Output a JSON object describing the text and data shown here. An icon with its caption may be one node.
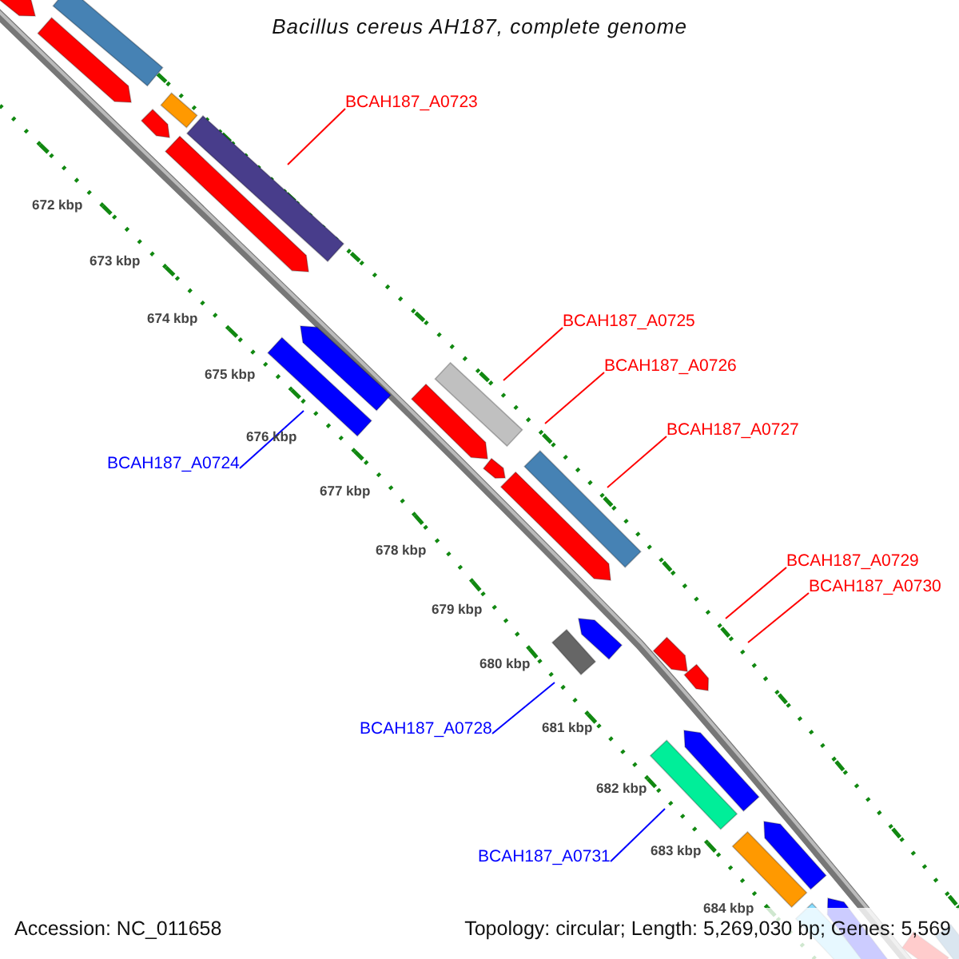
{
  "diagram": {
    "title": "Bacillus cereus AH187, complete genome",
    "nodes": [
      {
        "text": [
          "BCAH187_A0723"
        ]
      },
      {
        "text": [
          "BCAH187_A0725"
        ]
      },
      {
        "text": [
          "BCAH187_A0726"
        ]
      },
      {
        "text": [
          "BCAH187_A0727"
        ]
      },
      {
        "text": [
          "BCAH187_A0724"
        ]
      },
      {
        "text": [
          "BCAH187_A0729"
        ]
      },
      {
        "text": [
          "BCAH187_A0730"
        ]
      },
      {
        "text": [
          "BCAH187_A0728"
        ]
      },
      {
        "text": [
          "BCAH187_A0731"
        ]
      }
    ],
    "edges": [
      {
        "from": 0,
        "to": null,
        "arrow": "none"
      },
      {
        "from": 1,
        "to": null,
        "arrow": "none"
      },
      {
        "from": 2,
        "to": null,
        "arrow": "none"
      },
      {
        "from": 3,
        "to": null,
        "arrow": "none"
      },
      {
        "from": 4,
        "to": null,
        "arrow": "none",
        "color": "#0000ff"
      },
      {
        "from": 5,
        "to": null,
        "arrow": "none"
      },
      {
        "from": 6,
        "to": null,
        "arrow": "none"
      },
      {
        "from": 7,
        "to": null,
        "arrow": "none",
        "color": "#0000ff"
      },
      {
        "from": 8,
        "to": null,
        "arrow": "none",
        "color": "#0000ff"
      }
    ],
    "labels": [
      "672 kbp",
      "673 kbp",
      "674 kbp",
      "675 kbp",
      "676 kbp",
      "677 kbp",
      "678 kbp",
      "679 kbp",
      "680 kbp",
      "681 kbp",
      "682 kbp",
      "683 kbp",
      "684 kbp",
      "Accession: NC_011658",
      "Topology: circular; Length: 5,269,030 bp; Genes: 5,569"
    ]
  }
}
